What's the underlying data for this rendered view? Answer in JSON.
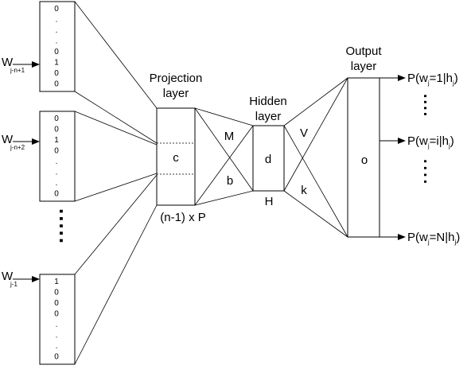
{
  "inputs": [
    {
      "label_main": "W",
      "label_sub": "j-n+1",
      "values": [
        "0",
        ".",
        ".",
        ".",
        "0",
        "1",
        "0",
        "0"
      ]
    },
    {
      "label_main": "W",
      "label_sub": "j-n+2",
      "values": [
        "0",
        "0",
        "1",
        "0",
        ".",
        ".",
        ".",
        "0"
      ]
    },
    {
      "label_main": "W",
      "label_sub": "j-1",
      "values": [
        "1",
        "0",
        "0",
        "0",
        ".",
        ".",
        ".",
        "0"
      ]
    }
  ],
  "vertical_ellipsis": ".....",
  "projection": {
    "title_line1": "Projection",
    "title_line2": "layer",
    "inner_label": "c",
    "size_label": "(n-1) x P"
  },
  "hidden": {
    "title_line1": "Hidden",
    "title_line2": "layer",
    "inner_label": "d",
    "weight_in_top": "M",
    "weight_in_bottom": "b",
    "bottom_label": "H"
  },
  "output": {
    "title_line1": "Output",
    "title_line2": "layer",
    "inner_label": "o",
    "weight_in_top": "V",
    "weight_in_bottom": "k"
  },
  "probabilities": [
    {
      "prefix": "P(w",
      "sub": "j",
      "middle": "=1|h",
      "sub2": "j",
      "suffix": ")"
    },
    {
      "prefix": "P(w",
      "sub": "j",
      "middle": "=i|h",
      "sub2": "j",
      "suffix": ")"
    },
    {
      "prefix": "P(w",
      "sub": "j",
      "middle": "=N|h",
      "sub2": "j",
      "suffix": ")"
    }
  ],
  "prob_ellipsis": "...."
}
